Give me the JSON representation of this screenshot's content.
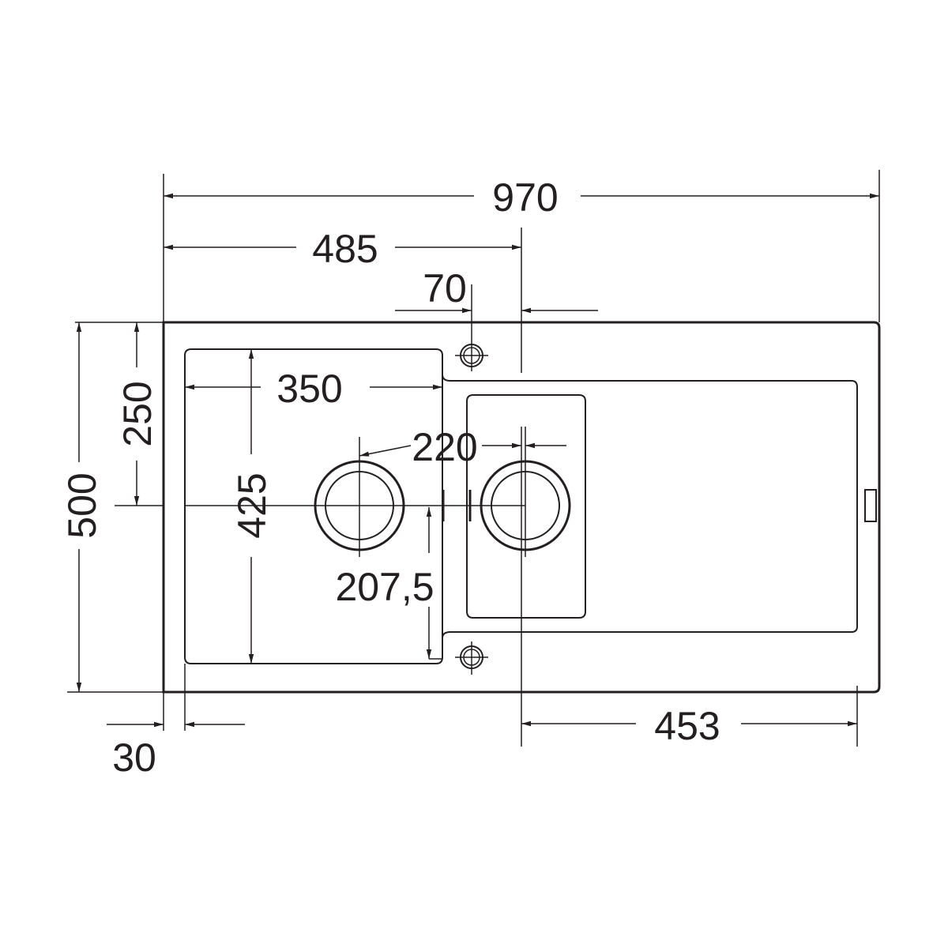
{
  "drawing": {
    "dimensions": {
      "overall_width": "970",
      "half_width": "485",
      "tap_offset": "70",
      "bowl_width": "350",
      "drain_spacing": "220",
      "bowl_depth": "425",
      "drain_offset": "207,5",
      "overall_depth": "500",
      "half_depth": "250",
      "rim_offset": "30",
      "drainer_width": "453"
    },
    "colors": {
      "line": "#231f20",
      "background": "#ffffff"
    }
  }
}
